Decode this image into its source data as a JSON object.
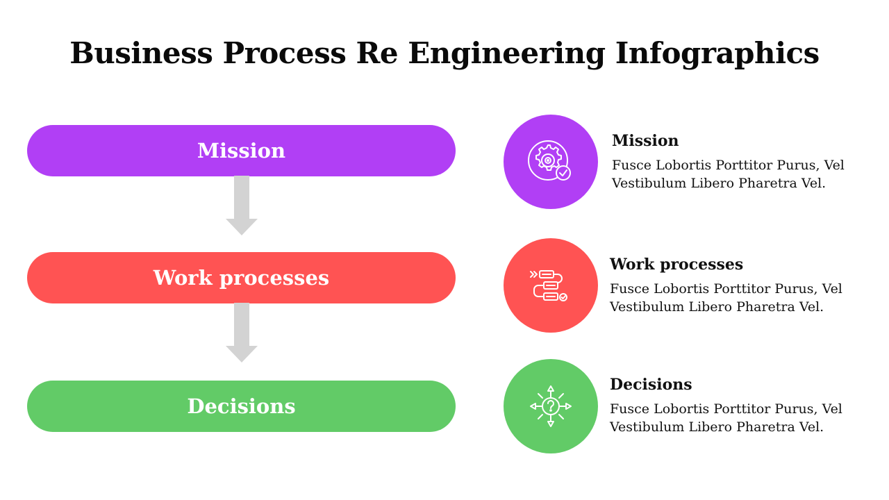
{
  "title": "Business Process Re Engineering Infographics",
  "steps": [
    {
      "label": "Mission",
      "color": "#b13ff5",
      "icon": "gear-target-check-icon",
      "heading": "Mission",
      "description": "Fusce Lobortis Porttitor Purus, Vel Vestibulum Libero Pharetra Vel."
    },
    {
      "label": "Work processes",
      "color": "#ff5353",
      "icon": "workflow-list-icon",
      "heading": "Work processes",
      "description": "Fusce Lobortis Porttitor Purus, Vel Vestibulum Libero Pharetra Vel."
    },
    {
      "label": "Decisions",
      "color": "#62cb67",
      "icon": "decision-arrows-question-icon",
      "heading": "Decisions",
      "description": "Fusce Lobortis Porttitor Purus, Vel Vestibulum Libero Pharetra Vel."
    }
  ],
  "arrow_color": "#d3d3d3"
}
